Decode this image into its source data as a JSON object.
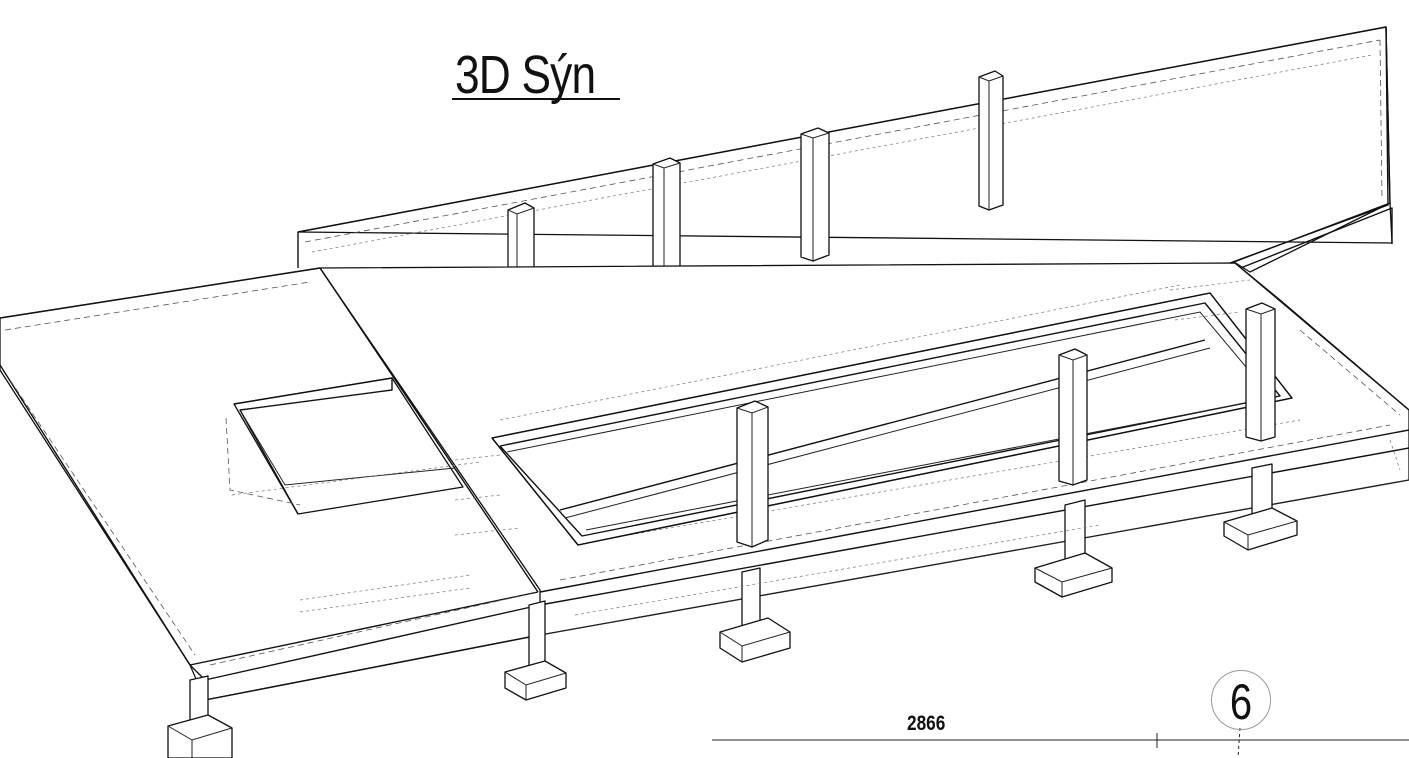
{
  "title": "3D Sýn",
  "dimension_label": "2866",
  "grid_label": "6"
}
